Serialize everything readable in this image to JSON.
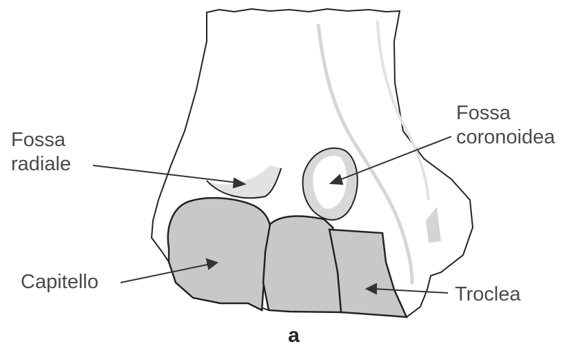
{
  "labels": {
    "fossa_radiale": [
      "Fossa",
      "radiale"
    ],
    "fossa_coronoidea": [
      "Fossa",
      "coronoidea"
    ],
    "capitello": "Capitello",
    "troclea": "Troclea"
  },
  "caption": "a",
  "colors": {
    "bone_fill": "#ffffff",
    "articular_fill": "#c8c8c8",
    "fossa_fill": "#d8d8d8",
    "outline": "#222222",
    "text": "#4a4a4a"
  }
}
